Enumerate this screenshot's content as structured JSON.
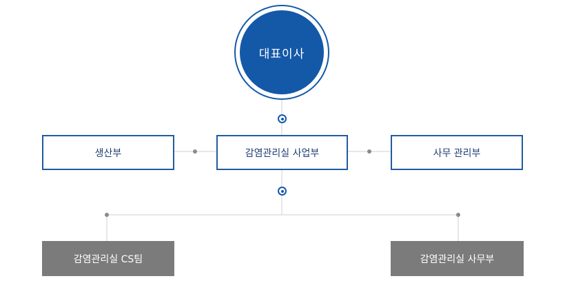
{
  "ceo": {
    "label": "대표이사"
  },
  "middle": {
    "left": "생산부",
    "center": "감염관리실 사업부",
    "right": "사무 관리부"
  },
  "bottom": {
    "left": "감염관리실 CS팀",
    "right": "감염관리실 사무부"
  },
  "colors": {
    "primary": "#1458a8",
    "box_border": "#1e5aa0",
    "box_text": "#1e3f74",
    "team_fill": "#7b7b7b",
    "connector": "#cfcfcf",
    "connector_dot": "#8a8a8a"
  }
}
